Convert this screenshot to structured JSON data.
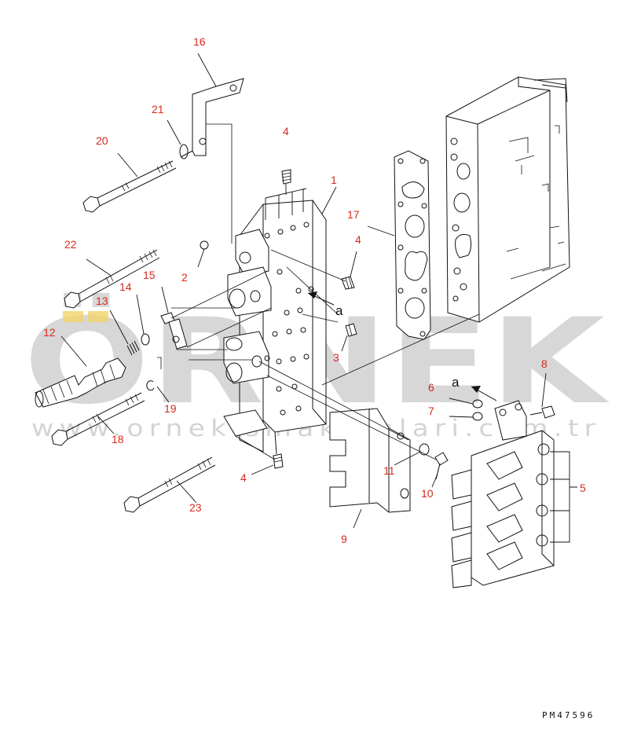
{
  "diagram": {
    "watermark": {
      "brand": "ÖRNEK",
      "site": "www.ornekismakinalari.com.tr",
      "accent_color": "#f1d36a",
      "gray_color": "#b8b8b8"
    },
    "drawing_code": "PM47596",
    "part_numbers": [
      "1",
      "2",
      "3",
      "4",
      "5",
      "6",
      "7",
      "8",
      "9",
      "10",
      "11",
      "12",
      "13",
      "14",
      "15",
      "16",
      "17",
      "18",
      "19",
      "20",
      "21",
      "22",
      "23"
    ],
    "view_mark": "a",
    "label_color": "#d42a1e"
  }
}
